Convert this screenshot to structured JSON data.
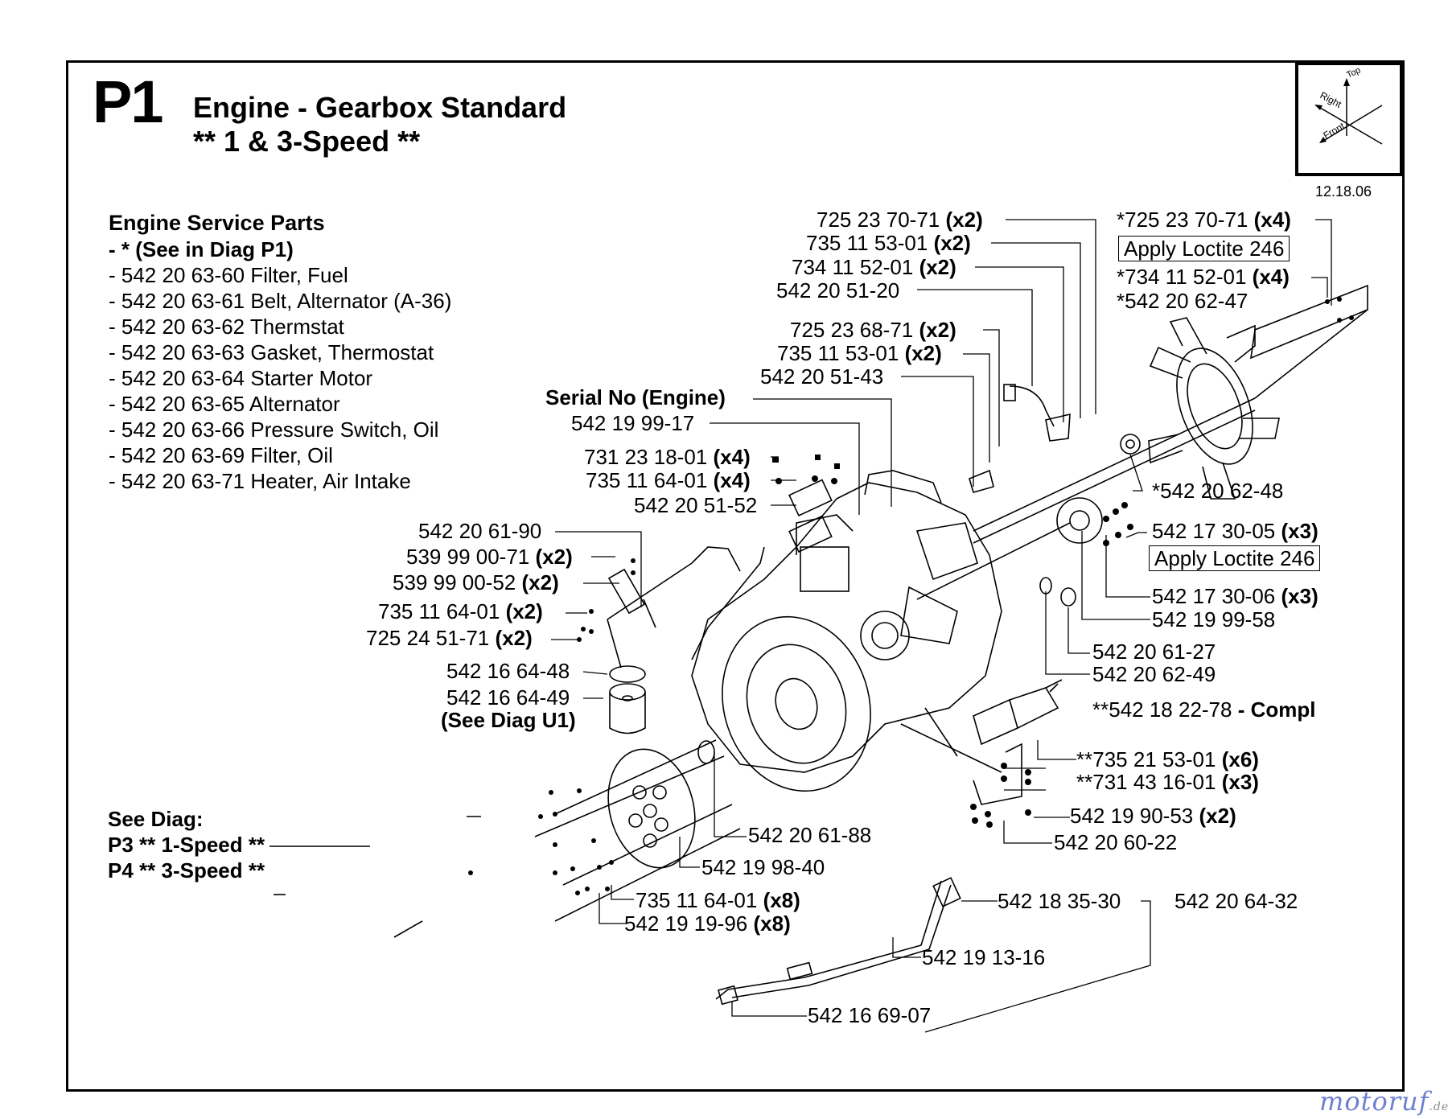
{
  "header": {
    "sheet_id": "P1",
    "title_line1": "Engine - Gearbox Standard",
    "title_line2": "** 1 & 3-Speed **",
    "date": "12.18.06"
  },
  "orientation": {
    "top": "Top",
    "right": "Right",
    "front": "Front"
  },
  "service_parts": {
    "heading": "Engine Service Parts",
    "items": [
      "- * (See in Diag P1)",
      "- 542 20 63-60 Filter, Fuel",
      "- 542 20 63-61 Belt, Alternator (A-36)",
      "- 542 20 63-62 Thermstat",
      "- 542 20 63-63 Gasket, Thermostat",
      "- 542 20 63-64 Starter Motor",
      "- 542 20 63-65 Alternator",
      "- 542 20 63-66 Pressure Switch, Oil",
      "- 542 20 63-69 Filter, Oil",
      "- 542 20 63-71 Heater, Air Intake"
    ]
  },
  "see_diag": {
    "heading": "See Diag:",
    "p3": "P3 ** 1-Speed **",
    "p4": "P4 ** 3-Speed **"
  },
  "callouts": {
    "c01": {
      "num": "725 23 70-71",
      "qty": "(x2)"
    },
    "c02": {
      "num": "735 11 53-01",
      "qty": "(x2)"
    },
    "c03": {
      "num": "734 11 52-01",
      "qty": "(x2)"
    },
    "c04": {
      "num": "542 20 51-20",
      "qty": ""
    },
    "c05": {
      "num": "725 23 68-71",
      "qty": "(x2)"
    },
    "c06": {
      "num": "735 11 53-01",
      "qty": "(x2)"
    },
    "c07": {
      "num": "542 20 51-43",
      "qty": ""
    },
    "c08": {
      "num": "",
      "qty": "Serial No (Engine)"
    },
    "c09": {
      "num": "542 19 99-17",
      "qty": ""
    },
    "c10": {
      "num": "731 23 18-01",
      "qty": "(x4)"
    },
    "c11": {
      "num": "735 11 64-01",
      "qty": "(x4)"
    },
    "c12": {
      "num": "542 20 51-52",
      "qty": ""
    },
    "c13": {
      "num": "542 20 61-90",
      "qty": ""
    },
    "c14": {
      "num": "539 99 00-71",
      "qty": "(x2)"
    },
    "c15": {
      "num": "539 99 00-52",
      "qty": "(x2)"
    },
    "c16": {
      "num": "735 11 64-01",
      "qty": "(x2)"
    },
    "c17": {
      "num": "725 24 51-71",
      "qty": "(x2)"
    },
    "c18": {
      "num": "542 16 64-48",
      "qty": ""
    },
    "c19": {
      "num": "542 16 64-49",
      "qty": ""
    },
    "c19b": {
      "num": "",
      "qty": "(See Diag U1)"
    },
    "c20": {
      "num": "*725 23 70-71",
      "qty": "(x4)"
    },
    "c21": {
      "num": "*734 11 52-01",
      "qty": "(x4)"
    },
    "c22": {
      "num": "*542 20 62-47",
      "qty": ""
    },
    "c23": {
      "num": "*542 20 62-48",
      "qty": ""
    },
    "c24": {
      "num": "542 17 30-05",
      "qty": "(x3)"
    },
    "c25": {
      "num": "542 17 30-06",
      "qty": "(x3)"
    },
    "c26": {
      "num": "542 19 99-58",
      "qty": ""
    },
    "c27": {
      "num": "542 20 61-27",
      "qty": ""
    },
    "c28": {
      "num": "542 20 62-49",
      "qty": ""
    },
    "c29": {
      "num": "**542 18 22-78",
      "qty": "- Compl"
    },
    "c30": {
      "num": "**735 21 53-01",
      "qty": "(x6)"
    },
    "c31": {
      "num": "**731 43 16-01",
      "qty": "(x3)"
    },
    "c32": {
      "num": "542 19 90-53",
      "qty": "(x2)"
    },
    "c33": {
      "num": "542 20 60-22",
      "qty": ""
    },
    "c34": {
      "num": "542 20 61-88",
      "qty": ""
    },
    "c35": {
      "num": "542 19 98-40",
      "qty": ""
    },
    "c36": {
      "num": "735 11 64-01",
      "qty": "(x8)"
    },
    "c37": {
      "num": "542 19 19-96",
      "qty": "(x8)"
    },
    "c38": {
      "num": "542 18 35-30",
      "qty": ""
    },
    "c39": {
      "num": "542 20 64-32",
      "qty": ""
    },
    "c40": {
      "num": "542 19 13-16",
      "qty": ""
    },
    "c41": {
      "num": "542 16 69-07",
      "qty": ""
    }
  },
  "notes": {
    "loctite_1": "Apply Loctite 246",
    "loctite_2": "Apply Loctite 246"
  },
  "watermark": {
    "name": "motoruf",
    "suffix": ".de",
    "color": "#6f7fd0"
  }
}
